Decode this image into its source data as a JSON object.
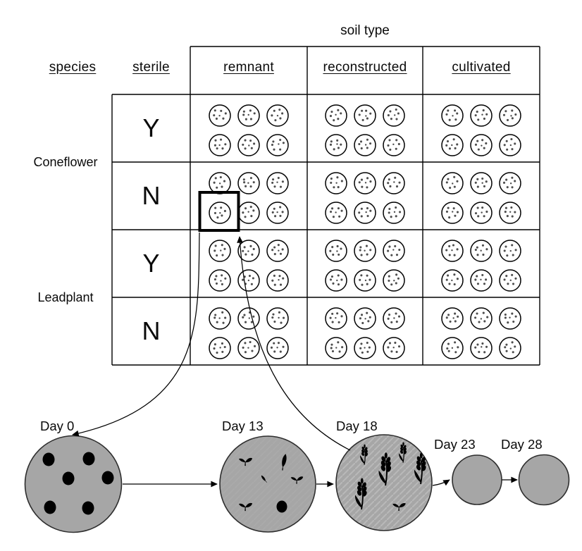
{
  "figure": {
    "title": "soil type",
    "table": {
      "species_header": "species",
      "sterile_header": "sterile",
      "soil_columns": [
        "remnant",
        "reconstructed",
        "cultivated"
      ],
      "species_groups": [
        {
          "name": "Coneflower",
          "sterile_levels": [
            "Y",
            "N"
          ]
        },
        {
          "name": "Leadplant",
          "sterile_levels": [
            "Y",
            "N"
          ]
        }
      ],
      "dishes_per_cell": 6,
      "seeds_per_dish": 6,
      "highlighted_dish": {
        "species": "Coneflower",
        "sterile": "N",
        "soil": "remnant",
        "position": "bottom-left dish of cell"
      }
    },
    "timeline": {
      "stages": [
        {
          "label": "Day 0",
          "items": [
            "seed",
            "seed",
            "seed",
            "seed",
            "seed",
            "seed"
          ]
        },
        {
          "label": "Day 13",
          "items": [
            "seedling",
            "leaf",
            "leaf",
            "seedling",
            "seedling",
            "seed"
          ]
        },
        {
          "label": "Day 18",
          "items": [
            "wheat",
            "wheat",
            "wheat",
            "wheat",
            "wheat",
            "seedling"
          ]
        },
        {
          "label": "Day 23",
          "items": []
        },
        {
          "label": "Day 28",
          "items": []
        }
      ]
    },
    "colors": {
      "background": "#ffffff",
      "line": "#000000",
      "plate_gray": "#a6a6a6",
      "speck_gray": "#4d4d4d",
      "hatch_gray": "#bfbfbf"
    }
  }
}
